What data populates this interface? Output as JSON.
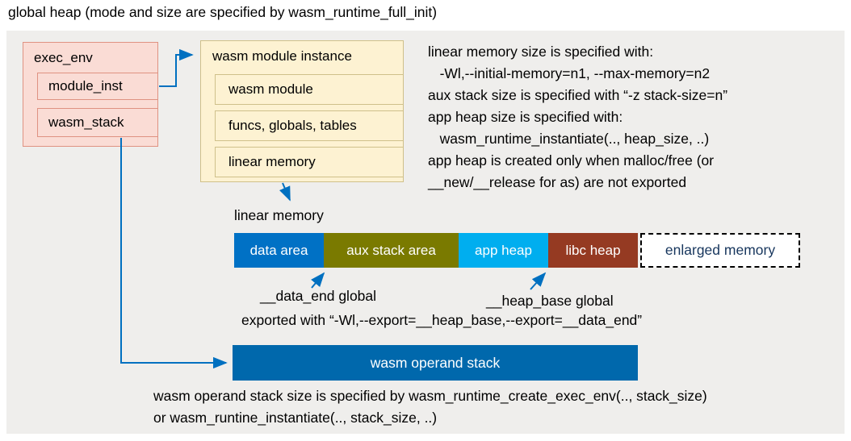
{
  "title": "global heap (mode and size are specified by wasm_runtime_full_init)",
  "colors": {
    "arrow": "#0070c0",
    "panel_bg": "#efeeec",
    "pink_fill": "#fadcd5",
    "cream_fill": "#fdf2d2"
  },
  "exec_env": {
    "label": "exec_env",
    "children": [
      "module_inst",
      "wasm_stack"
    ]
  },
  "module_instance": {
    "label": "wasm module instance",
    "rows": [
      "wasm module",
      "funcs, globals, tables",
      "linear memory"
    ]
  },
  "notes": [
    "linear memory size is specified with:",
    "   -Wl,--initial-memory=n1, --max-memory=n2",
    "aux stack size is specified with “-z stack-size=n”",
    "app heap size is specified with:",
    "   wasm_runtime_instantiate(.., heap_size, ..)",
    "app heap is created only when malloc/free (or",
    "__new/__release for as) are not exported"
  ],
  "linear_memory_label": "linear memory",
  "memory_bar": {
    "segments": [
      {
        "label": "data area",
        "bg": "#0071c5",
        "fg": "#ffffff"
      },
      {
        "label": "aux stack area",
        "bg": "#7a7a00",
        "fg": "#ffffff"
      },
      {
        "label": "app heap",
        "bg": "#00aeef",
        "fg": "#ffffff"
      },
      {
        "label": "libc heap",
        "bg": "#953a22",
        "fg": "#ffffff"
      },
      {
        "label": "enlarged memory",
        "bg": "#ffffff",
        "fg": "#17365d"
      }
    ]
  },
  "annotations": {
    "data_end": "__data_end global",
    "heap_base": "__heap_base global",
    "exported": "exported with “-Wl,--export=__heap_base,--export=__data_end”"
  },
  "operand_stack": {
    "label": "wasm operand stack",
    "bg": "#0068ac",
    "fg": "#ffffff"
  },
  "bottom_notes": [
    "wasm operand stack size is specified by wasm_runtime_create_exec_env(.., stack_size)",
    "or wasm_runtine_instantiate(.., stack_size, ..)"
  ]
}
